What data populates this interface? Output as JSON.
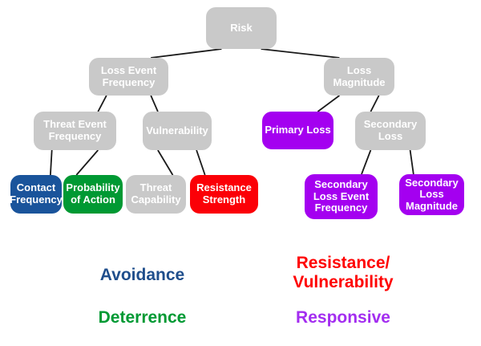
{
  "diagram": {
    "nodes": [
      {
        "id": "risk",
        "label": "Risk",
        "color": "gray"
      },
      {
        "id": "lef",
        "label": "Loss Event Frequency",
        "color": "gray"
      },
      {
        "id": "lm",
        "label": "Loss Magnitude",
        "color": "gray"
      },
      {
        "id": "tef",
        "label": "Threat Event Frequency",
        "color": "gray"
      },
      {
        "id": "vul",
        "label": "Vulnerability",
        "color": "gray"
      },
      {
        "id": "pl",
        "label": "Primary Loss",
        "color": "purple"
      },
      {
        "id": "sl",
        "label": "Secondary Loss",
        "color": "gray"
      },
      {
        "id": "cf",
        "label": "Contact Frequency",
        "color": "blue"
      },
      {
        "id": "poa",
        "label": "Probability of Action",
        "color": "green"
      },
      {
        "id": "tc",
        "label": "Threat Capability",
        "color": "gray"
      },
      {
        "id": "rs",
        "label": "Resistance Strength",
        "color": "red"
      },
      {
        "id": "slef",
        "label": "Secondary Loss Event Frequency",
        "color": "purple"
      },
      {
        "id": "slm",
        "label": "Secondary Loss Magnitude",
        "color": "purple"
      }
    ],
    "edges": [
      [
        "risk",
        "lef"
      ],
      [
        "risk",
        "lm"
      ],
      [
        "lef",
        "tef"
      ],
      [
        "lef",
        "vul"
      ],
      [
        "lm",
        "pl"
      ],
      [
        "lm",
        "sl"
      ],
      [
        "tef",
        "cf"
      ],
      [
        "tef",
        "poa"
      ],
      [
        "vul",
        "tc"
      ],
      [
        "vul",
        "rs"
      ],
      [
        "sl",
        "slef"
      ],
      [
        "sl",
        "slm"
      ]
    ]
  },
  "legend": {
    "items": [
      {
        "id": "avoidance",
        "label": "Avoidance",
        "color": "blue"
      },
      {
        "id": "deterrence",
        "label": "Deterrence",
        "color": "green"
      },
      {
        "id": "resistance-vulnerability",
        "label": "Resistance/\nVulnerability",
        "color": "red"
      },
      {
        "id": "responsive",
        "label": "Responsive",
        "color": "purple"
      }
    ]
  },
  "colors": {
    "background": "#FFFFFF",
    "edge": "#1A1A1A",
    "node_text": "#FFFFFF",
    "node_gray": "#C9C9C9",
    "node_blue": "#1A549B",
    "node_green": "#009933",
    "node_red": "#FB0007",
    "node_purple": "#A400F0",
    "legend_blue": "#1F4E8C",
    "legend_green": "#009933",
    "legend_red": "#FF0000",
    "legend_purple": "#A32DF0"
  }
}
